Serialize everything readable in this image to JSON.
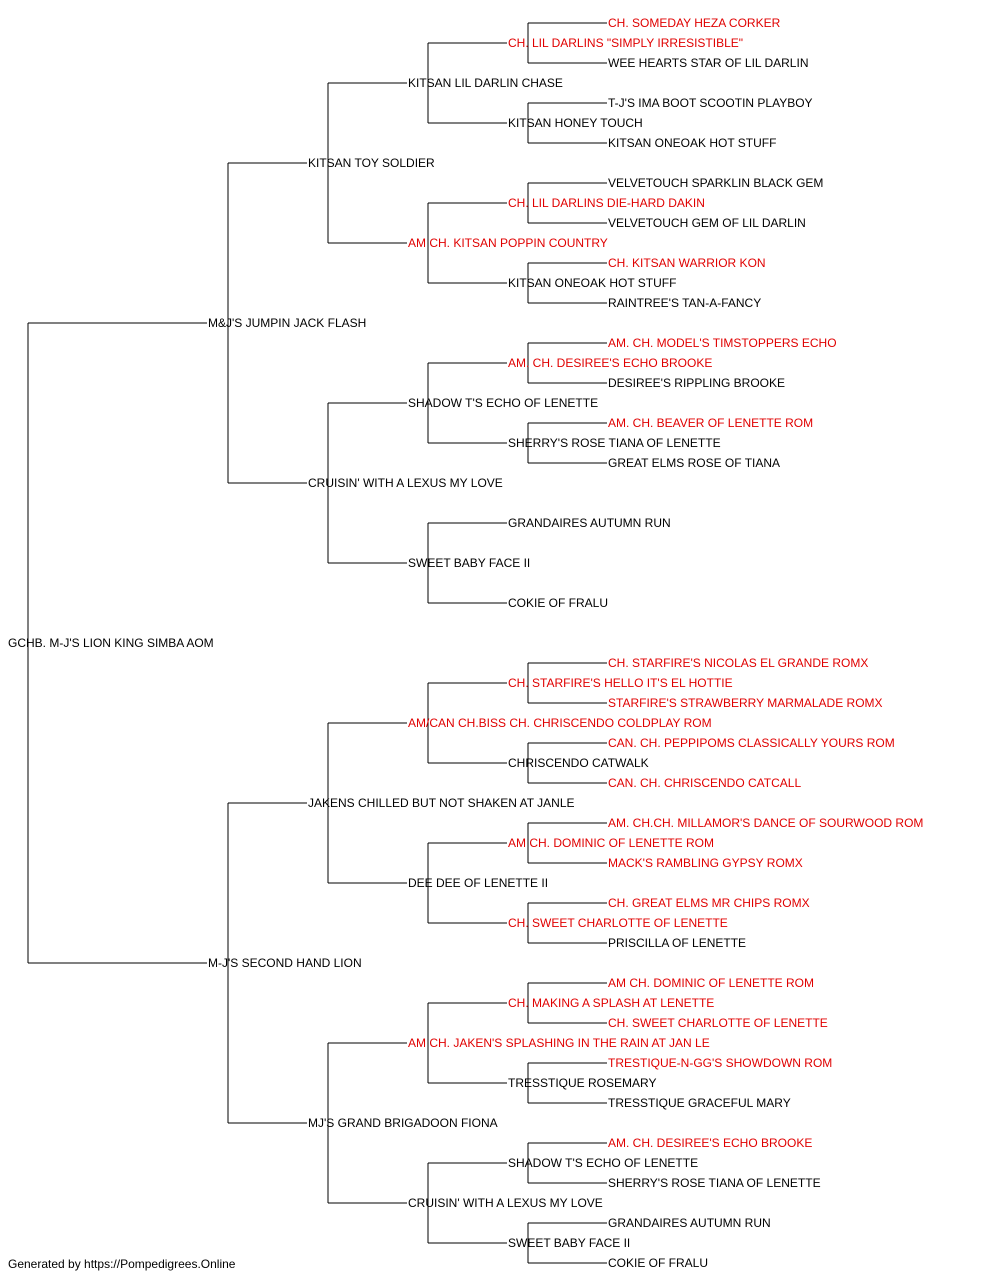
{
  "colors": {
    "champion": "#e00000",
    "normal": "#000000",
    "line": "#000000"
  },
  "pedigree": [
    {
      "name": "GCHB. M-J'S LION KING SIMBA AOM",
      "champion": false
    },
    {
      "name": "M&J'S JUMPIN JACK FLASH",
      "champion": false
    },
    {
      "name": "M-J'S SECOND HAND LION",
      "champion": false
    },
    {
      "name": "KITSAN TOY SOLDIER",
      "champion": false
    },
    {
      "name": "CRUISIN' WITH A LEXUS MY LOVE",
      "champion": false
    },
    {
      "name": "JAKENS CHILLED BUT NOT SHAKEN AT JANLE",
      "champion": false
    },
    {
      "name": "MJ'S GRAND BRIGADOON FIONA",
      "champion": false
    },
    {
      "name": "KITSAN LIL DARLIN CHASE",
      "champion": false
    },
    {
      "name": "AM CH. KITSAN POPPIN COUNTRY",
      "champion": true
    },
    {
      "name": "SHADOW T'S ECHO OF LENETTE",
      "champion": false
    },
    {
      "name": "SWEET BABY FACE II",
      "champion": false
    },
    {
      "name": "AM/CAN CH.BISS CH. CHRISCENDO COLDPLAY ROM",
      "champion": true
    },
    {
      "name": "DEE DEE OF LENETTE II",
      "champion": false
    },
    {
      "name": "AM CH. JAKEN'S SPLASHING IN THE RAIN AT JAN LE",
      "champion": true
    },
    {
      "name": "CRUISIN' WITH A LEXUS MY LOVE",
      "champion": false
    },
    {
      "name": "CH. LIL DARLINS \"SIMPLY IRRESISTIBLE\"",
      "champion": true
    },
    {
      "name": "KITSAN HONEY TOUCH",
      "champion": false
    },
    {
      "name": "CH. LIL DARLINS DIE-HARD DAKIN",
      "champion": true
    },
    {
      "name": "KITSAN ONEOAK HOT STUFF",
      "champion": false
    },
    {
      "name": "AM. CH. DESIREE'S ECHO BROOKE",
      "champion": true
    },
    {
      "name": "SHERRY'S ROSE TIANA OF LENETTE",
      "champion": false
    },
    {
      "name": "GRANDAIRES AUTUMN RUN",
      "champion": false
    },
    {
      "name": "COKIE OF FRALU",
      "champion": false
    },
    {
      "name": "CH. STARFIRE'S HELLO IT'S EL HOTTIE",
      "champion": true
    },
    {
      "name": "CHRISCENDO CATWALK",
      "champion": false
    },
    {
      "name": "AM CH. DOMINIC OF LENETTE ROM",
      "champion": true
    },
    {
      "name": "CH. SWEET CHARLOTTE OF LENETTE",
      "champion": true
    },
    {
      "name": "CH. MAKING A SPLASH AT LENETTE",
      "champion": true
    },
    {
      "name": "TRESSTIQUE ROSEMARY",
      "champion": false
    },
    {
      "name": "SHADOW T'S ECHO OF LENETTE",
      "champion": false
    },
    {
      "name": "SWEET BABY FACE II",
      "champion": false
    },
    {
      "name": "CH. SOMEDAY HEZA CORKER",
      "champion": true
    },
    {
      "name": "WEE HEARTS STAR OF LIL DARLIN",
      "champion": false
    },
    {
      "name": "T-J'S IMA BOOT SCOOTIN PLAYBOY",
      "champion": false
    },
    {
      "name": "KITSAN ONEOAK HOT STUFF",
      "champion": false
    },
    {
      "name": "VELVETOUCH SPARKLIN BLACK GEM",
      "champion": false
    },
    {
      "name": "VELVETOUCH GEM OF LIL DARLIN",
      "champion": false
    },
    {
      "name": "CH. KITSAN WARRIOR KON",
      "champion": true
    },
    {
      "name": "RAINTREE'S TAN-A-FANCY",
      "champion": false
    },
    {
      "name": "AM. CH. MODEL'S TIMSTOPPERS ECHO",
      "champion": true
    },
    {
      "name": "DESIREE'S RIPPLING BROOKE",
      "champion": false
    },
    {
      "name": "AM. CH. BEAVER OF LENETTE ROM",
      "champion": true
    },
    {
      "name": "GREAT ELMS ROSE OF TIANA",
      "champion": false
    },
    {
      "name": "",
      "champion": false
    },
    {
      "name": "",
      "champion": false
    },
    {
      "name": "",
      "champion": false
    },
    {
      "name": "",
      "champion": false
    },
    {
      "name": "CH. STARFIRE'S NICOLAS EL GRANDE ROMX",
      "champion": true
    },
    {
      "name": "STARFIRE'S STRAWBERRY MARMALADE ROMX",
      "champion": true
    },
    {
      "name": "CAN. CH. PEPPIPOMS CLASSICALLY YOURS ROM",
      "champion": true
    },
    {
      "name": "CAN. CH. CHRISCENDO CATCALL",
      "champion": true
    },
    {
      "name": "AM. CH.CH. MILLAMOR'S DANCE OF SOURWOOD ROM",
      "champion": true
    },
    {
      "name": "MACK'S RAMBLING GYPSY ROMX",
      "champion": true
    },
    {
      "name": "CH. GREAT ELMS MR CHIPS ROMX",
      "champion": true
    },
    {
      "name": "PRISCILLA OF LENETTE",
      "champion": false
    },
    {
      "name": "AM CH. DOMINIC OF LENETTE ROM",
      "champion": true
    },
    {
      "name": "CH. SWEET CHARLOTTE OF LENETTE",
      "champion": true
    },
    {
      "name": "TRESTIQUE-N-GG'S SHOWDOWN ROM",
      "champion": true
    },
    {
      "name": "TRESSTIQUE GRACEFUL MARY",
      "champion": false
    },
    {
      "name": "AM. CH. DESIREE'S ECHO BROOKE",
      "champion": true
    },
    {
      "name": "SHERRY'S ROSE TIANA OF LENETTE",
      "champion": false
    },
    {
      "name": "GRANDAIRES AUTUMN RUN",
      "champion": false
    },
    {
      "name": "COKIE OF FRALU",
      "champion": false
    }
  ],
  "footer": "Generated by https://Pompedigrees.Online"
}
